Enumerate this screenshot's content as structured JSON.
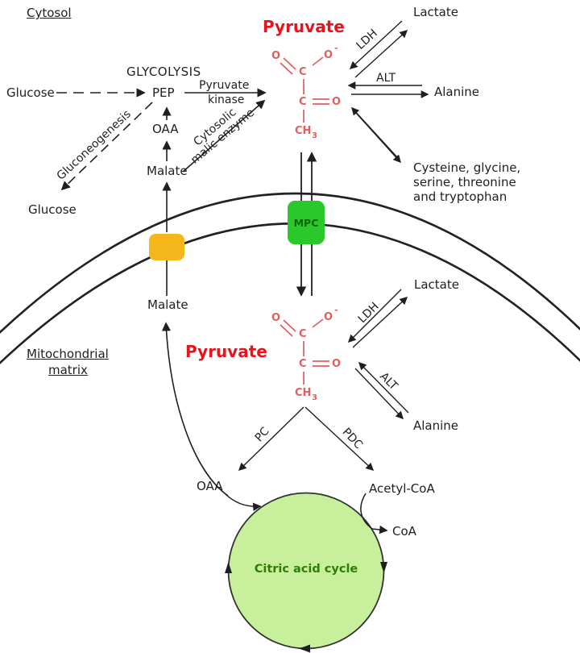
{
  "colors": {
    "pyruvate_title_red": "#e8131c",
    "structure_red": "#e05e5e",
    "mpc_green": "#2bc82b",
    "mpc_text_green": "#0e650e",
    "transporter_orange": "#f6b71d",
    "cycle_fill_green": "#c8f09c",
    "cycle_text_green": "#2e7d05",
    "line_black": "#1f1f1f"
  },
  "cytosol": {
    "region_label": "Cytosol",
    "glycolysis": "GLYCOLYSIS",
    "glucose_source": "Glucose",
    "pep": "PEP",
    "pyruvate_kinase_line1": "Pyruvate",
    "pyruvate_kinase_line2": "kinase",
    "gluconeogenesis": "Gluconeogenesis",
    "glucose_product": "Glucose",
    "oaa": "OAA",
    "malate": "Malate",
    "malic_enzyme_line1": "Cytosolic",
    "malic_enzyme_line2": "malic enzyme",
    "pyruvate": "Pyruvate",
    "ldh": "LDH",
    "lactate": "Lactate",
    "alt": "ALT",
    "alanine": "Alanine",
    "amino_acids_line1": "Cysteine, glycine,",
    "amino_acids_line2": "serine, threonine",
    "amino_acids_line3": "and tryptophan"
  },
  "membrane": {
    "mpc": "MPC"
  },
  "matrix": {
    "region_label_line1": "Mitochondrial",
    "region_label_line2": "matrix",
    "malate": "Malate",
    "pyruvate": "Pyruvate",
    "ldh": "LDH",
    "lactate": "Lactate",
    "alt": "ALT",
    "alanine": "Alanine",
    "pc": "PC",
    "pdc": "PDC",
    "oaa": "OAA",
    "acetyl_coa": "Acetyl-CoA",
    "coa": "CoA",
    "citric_acid_cycle": "Citric acid cycle"
  },
  "molecule": {
    "oxygen": "O",
    "carbon": "C",
    "charge": "-",
    "methyl": "CH",
    "methyl_sub": "3"
  }
}
